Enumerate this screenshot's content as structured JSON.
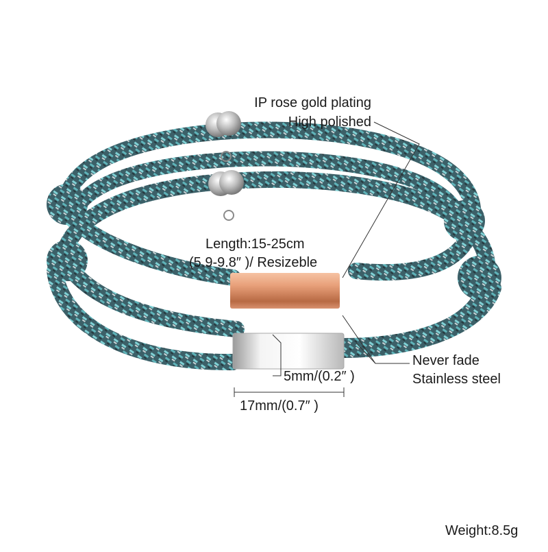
{
  "annotations": {
    "plating_line1": "IP rose gold plating",
    "plating_line2": "High polished",
    "length_line1": "Length:15-25cm",
    "length_line2": "(5.9-9.8″ )/ Resizeble",
    "steel_line1": "Never fade",
    "steel_line2": "Stainless steel",
    "height_dim": "5mm/(0.2″ )",
    "width_dim": "17mm/(0.7″ )",
    "weight": "Weight:8.5g"
  },
  "colors": {
    "cord_dark": "#2f4a52",
    "cord_mid": "#4f8f96",
    "cord_light": "#7fd0d4",
    "rose_gold": "#e9a27a",
    "steel": "#dcdcdc"
  }
}
